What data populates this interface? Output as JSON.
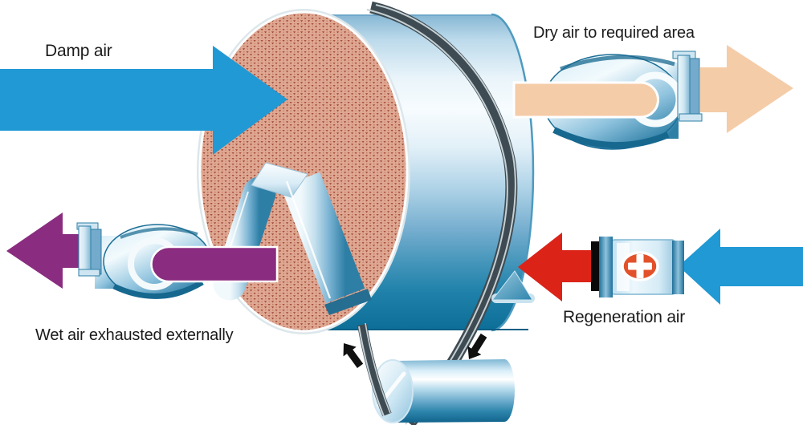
{
  "diagram": {
    "subject": "rotary-desiccant-dehumidifier-airflow",
    "labels": {
      "damp_air": "Damp air",
      "dry_air": "Dry air to required area",
      "wet_air": "Wet air exhausted externally",
      "regeneration_air": "Regeneration air"
    },
    "icons": {
      "heater": "plus-cross-icon",
      "belt_direction": "black-direction-arrows"
    },
    "colors": {
      "damp_air_arrow": "#2099D4",
      "dry_air_arrow": "#F5CCA8",
      "wet_air_arrow": "#8A2C7F",
      "regeneration_hot_arrow": "#DB2318",
      "regeneration_cold_arrow": "#2099D4",
      "heater_symbol": "#E2512A",
      "wheel_face": "#DFA893",
      "wheel_body": "#1C7FA8",
      "belt": "#3F4B52",
      "label_text": "#1B1B1B"
    }
  }
}
